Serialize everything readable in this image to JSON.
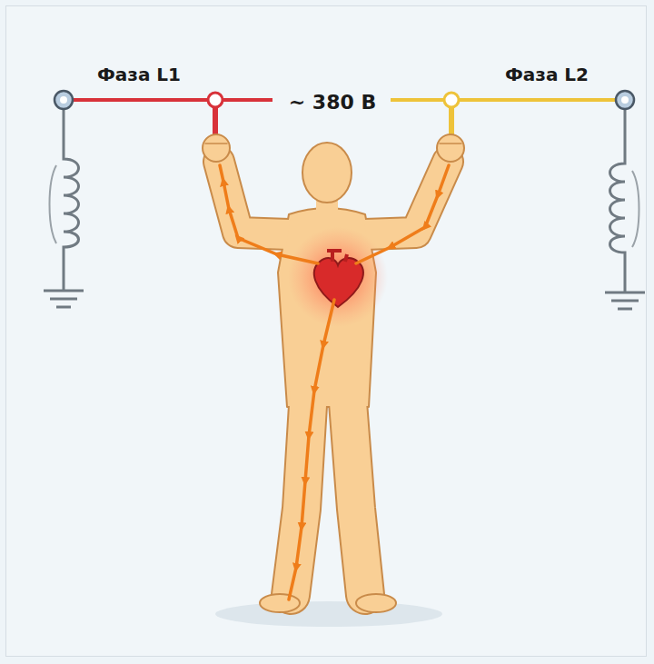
{
  "diagram": {
    "labels": [
      "Фаза L1",
      "~ 380 В",
      "Фаза L2"
    ]
  }
}
